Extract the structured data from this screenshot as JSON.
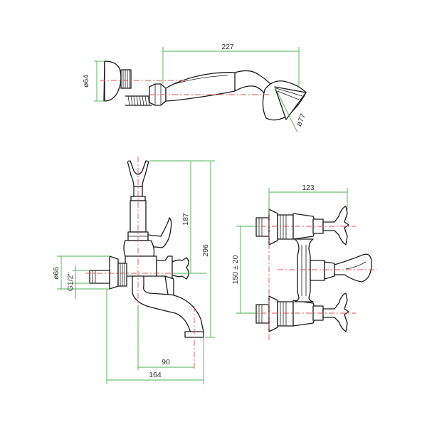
{
  "colors": {
    "outline": "#1a1a1a",
    "dimension_lines": "#4caf50",
    "center_lines": "#d9534f",
    "text": "#333333"
  },
  "dimensions": {
    "hand_shower_length": "227",
    "hand_shower_holder_diameter": "ø64",
    "hand_shower_head_diameter": "ø77",
    "holder_height": "187",
    "overall_height": "296",
    "wall_flange_diameter": "ø66",
    "thread_size": "G1/2\"",
    "spout_projection": "90",
    "overall_projection": "164",
    "handle_spread": "123",
    "center_distance": "150 ± 20"
  }
}
